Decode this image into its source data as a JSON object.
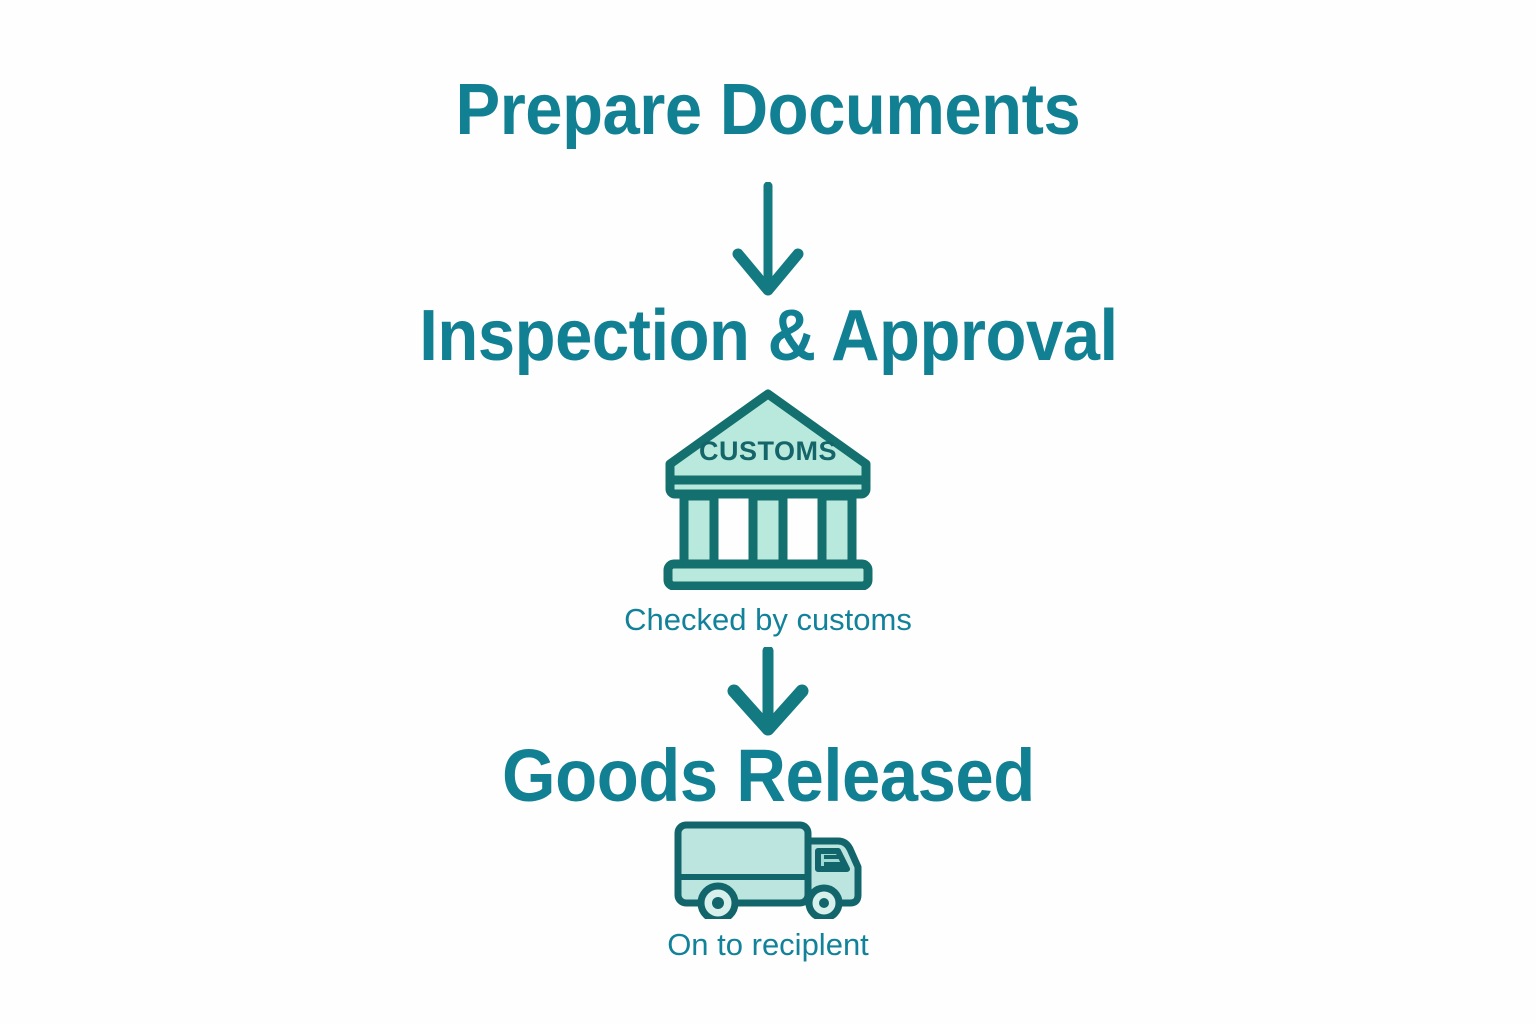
{
  "diagram": {
    "title_sequence": [
      "Prepare Documents",
      "Inspection & Approval",
      "Goods Released"
    ],
    "steps": [
      {
        "id": "prepare-documents",
        "heading": "Prepare Documents"
      },
      {
        "id": "inspection-approval",
        "heading": "Inspection & Approval",
        "icon": "customs-building-icon",
        "icon_label": "CUSTOMS",
        "caption": "Checked by customs"
      },
      {
        "id": "goods-released",
        "heading": "Goods Released",
        "icon": "delivery-truck-icon",
        "caption": "On to reciplent"
      }
    ],
    "connectors": [
      {
        "id": "arrow-1",
        "icon": "arrow-down-icon",
        "direction": "down"
      },
      {
        "id": "arrow-2",
        "icon": "arrow-down-icon",
        "direction": "down"
      }
    ],
    "colors": {
      "heading_teal": "#128093",
      "caption_teal": "#12829a",
      "icon_outline": "#136b6b",
      "icon_fill_light": "#b8e9dc",
      "icon_fill_pale": "#c5e9e2",
      "arrow_teal": "#127a80",
      "background": "#fefefe"
    }
  }
}
